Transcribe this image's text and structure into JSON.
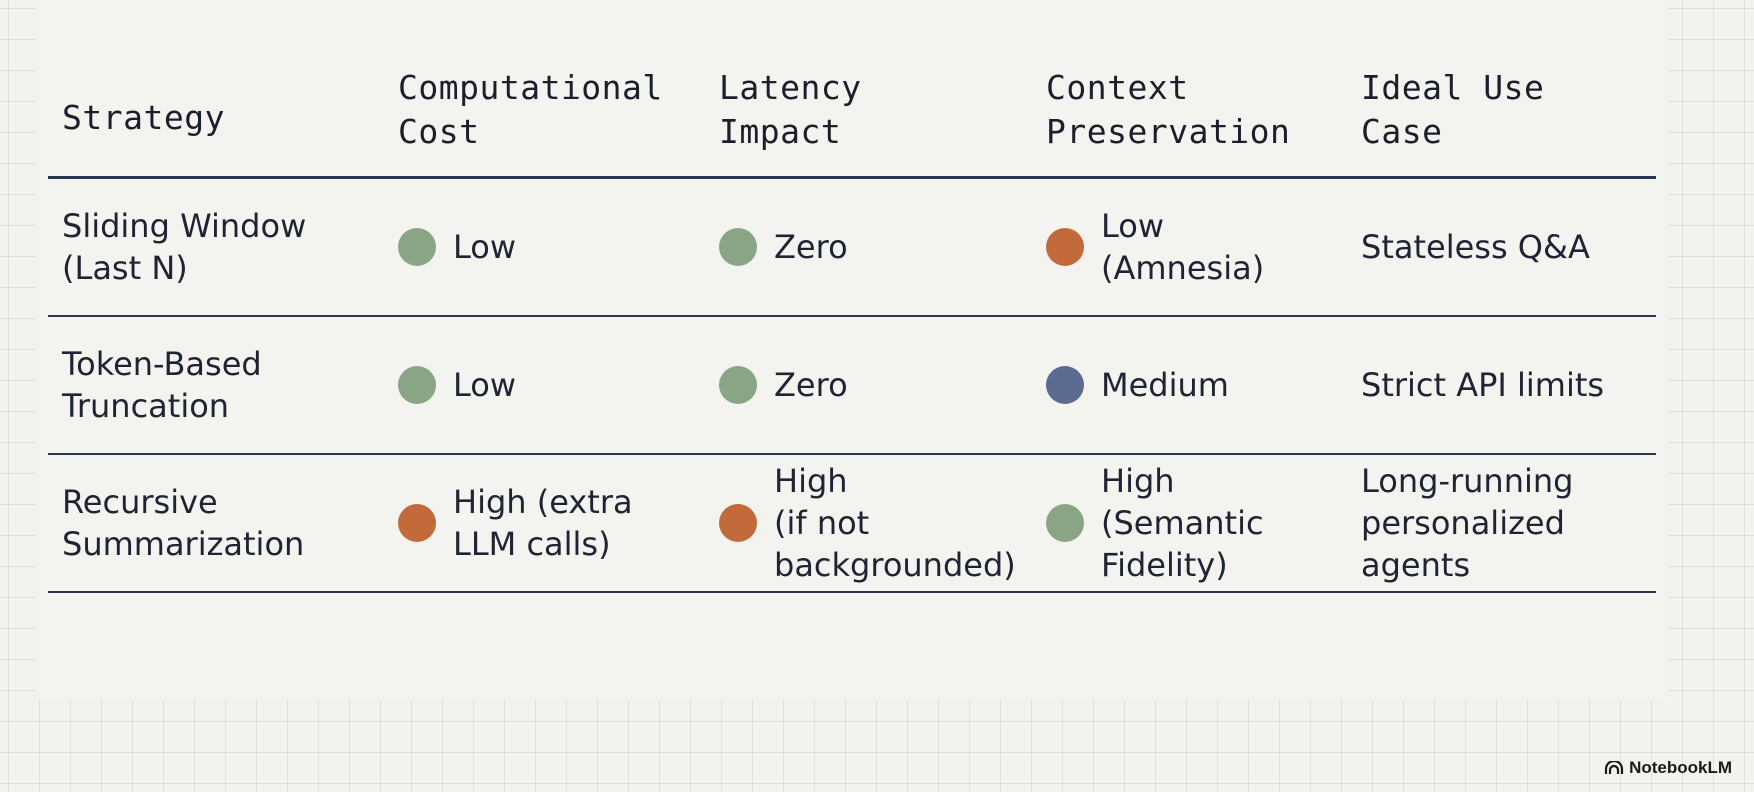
{
  "table": {
    "headers": [
      "Strategy",
      "Computational\nCost",
      "Latency\nImpact",
      "Context\nPreservation",
      "Ideal Use\nCase"
    ],
    "rows": [
      {
        "strategy": "Sliding Window\n(Last N)",
        "cost": {
          "level": "green",
          "label": "Low"
        },
        "latency": {
          "level": "green",
          "label": "Zero"
        },
        "context": {
          "level": "orange",
          "label": "Low\n(Amnesia)"
        },
        "use_case": "Stateless Q&A"
      },
      {
        "strategy": "Token-Based\nTruncation",
        "cost": {
          "level": "green",
          "label": "Low"
        },
        "latency": {
          "level": "green",
          "label": "Zero"
        },
        "context": {
          "level": "blue",
          "label": "Medium"
        },
        "use_case": "Strict API limits"
      },
      {
        "strategy": "Recursive\nSummarization",
        "cost": {
          "level": "orange",
          "label": "High (extra\nLLM calls)"
        },
        "latency": {
          "level": "orange",
          "label": "High\n(if not\nbackgrounded)"
        },
        "context": {
          "level": "green",
          "label": "High\n(Semantic\nFidelity)"
        },
        "use_case": "Long-running\npersonalized\nagents"
      }
    ]
  },
  "colors": {
    "green": "#8aa486",
    "orange": "#c36a3b",
    "blue": "#5b6a8f",
    "rule": "#2a3652"
  },
  "brand": {
    "icon": "notebooklm-logo-icon",
    "name": "NotebookLM"
  }
}
